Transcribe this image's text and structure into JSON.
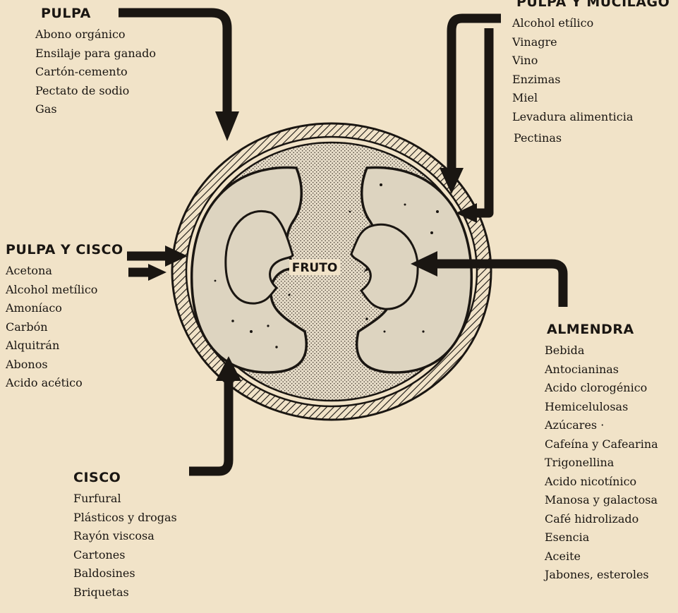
{
  "groups": {
    "pulpa": {
      "title": "PULPA",
      "items": [
        "Abono orgánico",
        "Ensilaje para ganado",
        "Cartón-cemento",
        "Pectato de sodio",
        "Gas"
      ]
    },
    "pulpa_mucilago": {
      "title": "PULPA Y MUCILAGO",
      "items": [
        "Alcohol etílico",
        "Vinagre",
        "Vino",
        "Enzimas",
        "Miel",
        "Levadura alimenticia",
        "Pectinas"
      ]
    },
    "pulpa_cisco": {
      "title": "PULPA Y CISCO",
      "items": [
        "Acetona",
        "Alcohol metílico",
        "Amoníaco",
        "Carbón",
        "Alquitrán",
        "Abonos",
        "Acido acético"
      ]
    },
    "almendra": {
      "title": "ALMENDRA",
      "items": [
        "Bebida",
        "Antocianinas",
        "Acido clorogénico",
        "Hemicelulosas",
        "Azúcares  ·",
        "Cafeína y Cafearina",
        "Trigonellina",
        "Acido nicotínico",
        "Manosa y galactosa",
        "Café hidrolizado",
        "Esencia",
        "Aceite",
        "Jabones, esteroles"
      ]
    },
    "cisco": {
      "title": "CISCO",
      "items": [
        "Furfural",
        "Plásticos y drogas",
        "Rayón viscosa",
        "Cartones",
        "Baldosines",
        "Briquetas"
      ]
    }
  },
  "diagram": {
    "center_label": "FRUTO"
  },
  "colors": {
    "background": "#f1e3c8",
    "ink": "#1a1612",
    "bean": "#ddd4c0"
  }
}
